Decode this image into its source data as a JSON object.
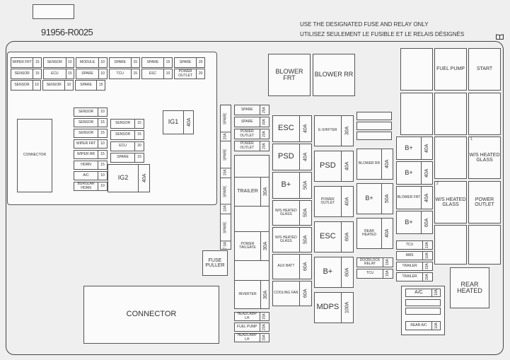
{
  "part_number": "91956-R0025",
  "notice_en": "USE THE DESIGNATED FUSE AND RELAY ONLY",
  "notice_fr": "UTILISEZ SEULEMENT LE FUSIBLE ET LE RELAIS DÉSIGNÉS",
  "manual_icon": "book-icon",
  "left_panel": {
    "row1": [
      {
        "name": "WIPER FRT",
        "amp": "15"
      },
      {
        "name": "SENSOR",
        "amp": "10"
      },
      {
        "name": "MODULE",
        "amp": "10"
      },
      {
        "name": "SPARE",
        "amp": "15"
      },
      {
        "name": "SPARE",
        "amp": "15"
      },
      {
        "name": "SPARE",
        "amp": "20"
      }
    ],
    "row2": [
      {
        "name": "SENSOR",
        "amp": "15"
      },
      {
        "name": "ECU",
        "amp": "15"
      },
      {
        "name": "SPARE",
        "amp": "10"
      },
      {
        "name": "TCU",
        "amp": "15"
      },
      {
        "name": "ESC",
        "amp": "10"
      },
      {
        "name": "POWER OUTLET",
        "amp": "20"
      }
    ],
    "row3": [
      {
        "name": "SENSOR",
        "amp": "10"
      },
      {
        "name": "SENSOR",
        "amp": "10"
      },
      {
        "name": "SPARE",
        "amp": "15"
      }
    ],
    "connector": "CONNECTOR",
    "colA": [
      {
        "name": "SENSOR",
        "amp": "10"
      },
      {
        "name": "SENSOR",
        "amp": "15"
      },
      {
        "name": "SENSOR",
        "amp": "15"
      },
      {
        "name": "WIPER FRT",
        "amp": "10"
      },
      {
        "name": "WIPER RR",
        "amp": "15"
      },
      {
        "name": "HORN",
        "amp": "15"
      },
      {
        "name": "A/C",
        "amp": "10"
      },
      {
        "name": "BURGLAR HORN",
        "amp": "10"
      }
    ],
    "colB": [
      {
        "name": "SENSOR",
        "amp": "15"
      },
      {
        "name": "SENSOR",
        "amp": "15"
      },
      {
        "name": "ECU",
        "amp": "20"
      },
      {
        "name": "SPARE",
        "amp": "15"
      }
    ],
    "ig1": {
      "name": "IG1",
      "amp": "40A"
    },
    "ig2": {
      "name": "IG2",
      "amp": "40A"
    }
  },
  "big_connector": "CONNECTOR",
  "fuse_puller": "FUSE PULLER",
  "spare_col": [
    {
      "name": "SPARE",
      "amp": ""
    },
    {
      "name": "",
      "amp": "20A"
    },
    {
      "name": "SPARE",
      "amp": ""
    },
    {
      "name": "",
      "amp": "15A"
    },
    {
      "name": "SPARE",
      "amp": ""
    },
    {
      "name": "",
      "amp": "10A"
    },
    {
      "name": "SPARE",
      "amp": ""
    },
    {
      "name": "",
      "amp": "7.5A"
    }
  ],
  "mid_col": {
    "small": [
      {
        "name": "SPARE",
        "amp": "25A"
      },
      {
        "name": "SPARE",
        "amp": "30A"
      },
      {
        "name": "POWER OUTLET",
        "amp": "20A"
      },
      {
        "name": "POWER OUTLET",
        "amp": "20A"
      }
    ],
    "trailer": {
      "name": "TRAILER",
      "amp": "30A"
    },
    "power_tailgate": {
      "name": "POWER TAILGATE",
      "amp": "30A"
    },
    "inverter": {
      "name": "INVERTER",
      "amp": "30A"
    },
    "bottom": [
      {
        "name": "HEADLAMP LH",
        "amp": "15A"
      },
      {
        "name": "FUEL PUMP",
        "amp": "20A"
      },
      {
        "name": "HEADLAMP LH",
        "amp": "15A"
      }
    ]
  },
  "col3": [
    {
      "name": "ESC",
      "amp": "40A"
    },
    {
      "name": "PSD",
      "amp": "40A"
    },
    {
      "name": "B+",
      "amp": "50A"
    },
    {
      "name": "W/S HEATED GLASS",
      "amp": "50A"
    },
    {
      "name": "W/S HEATED GLASS",
      "amp": "50A"
    },
    {
      "name": "AUX BATT",
      "amp": "60A"
    },
    {
      "name": "COOLING FAN",
      "amp": "60A"
    }
  ],
  "col4": [
    {
      "name": "E-SHIFTER",
      "amp": "30A"
    },
    {
      "name": "PSD",
      "amp": "40A"
    },
    {
      "name": "POWER OUTLET",
      "amp": "40A"
    },
    {
      "name": "ESC",
      "amp": "60A"
    },
    {
      "name": "B+",
      "amp": "60A"
    },
    {
      "name": "MDPS",
      "amp": "100A"
    }
  ],
  "blower_frt": "BLOWER FRT",
  "blower_rr": "BLOWER RR",
  "col5": [
    {
      "name": "BLOWER RR",
      "amp": "40A"
    },
    {
      "name": "B+",
      "amp": "50A"
    },
    {
      "name": "REAR HEATED",
      "amp": "40A"
    }
  ],
  "col5_small": [
    {
      "name": "DOORLOCK RELAY",
      "amp": "15A"
    },
    {
      "name": "TCU",
      "amp": "15A"
    }
  ],
  "col6": [
    {
      "name": "B+",
      "amp": "40A"
    },
    {
      "name": "B+",
      "amp": "40A"
    },
    {
      "name": "BLOWER FRT",
      "amp": "40A"
    },
    {
      "name": "B+",
      "amp": "60A"
    }
  ],
  "col6_small": [
    {
      "name": "TCU",
      "amp": "10A"
    },
    {
      "name": "AMS",
      "amp": "10A"
    },
    {
      "name": "TRAILER",
      "amp": "15A"
    },
    {
      "name": "TRAILER",
      "amp": "20A"
    }
  ],
  "relays": {
    "fuel_pump": "FUEL PUMP",
    "start": "START",
    "ws_heated_glass_1": "W/S HEATED GLASS",
    "ws_heated_glass_2": "W/S HEATED GLASS",
    "power_outlet": "POWER OUTLET",
    "rear_heated": "REAR HEATED"
  },
  "ac_fuse": {
    "name": "A/C",
    "amp": "10A"
  },
  "rear_ac_fuse": {
    "name": "REAR A/C",
    "amp": "10A"
  }
}
